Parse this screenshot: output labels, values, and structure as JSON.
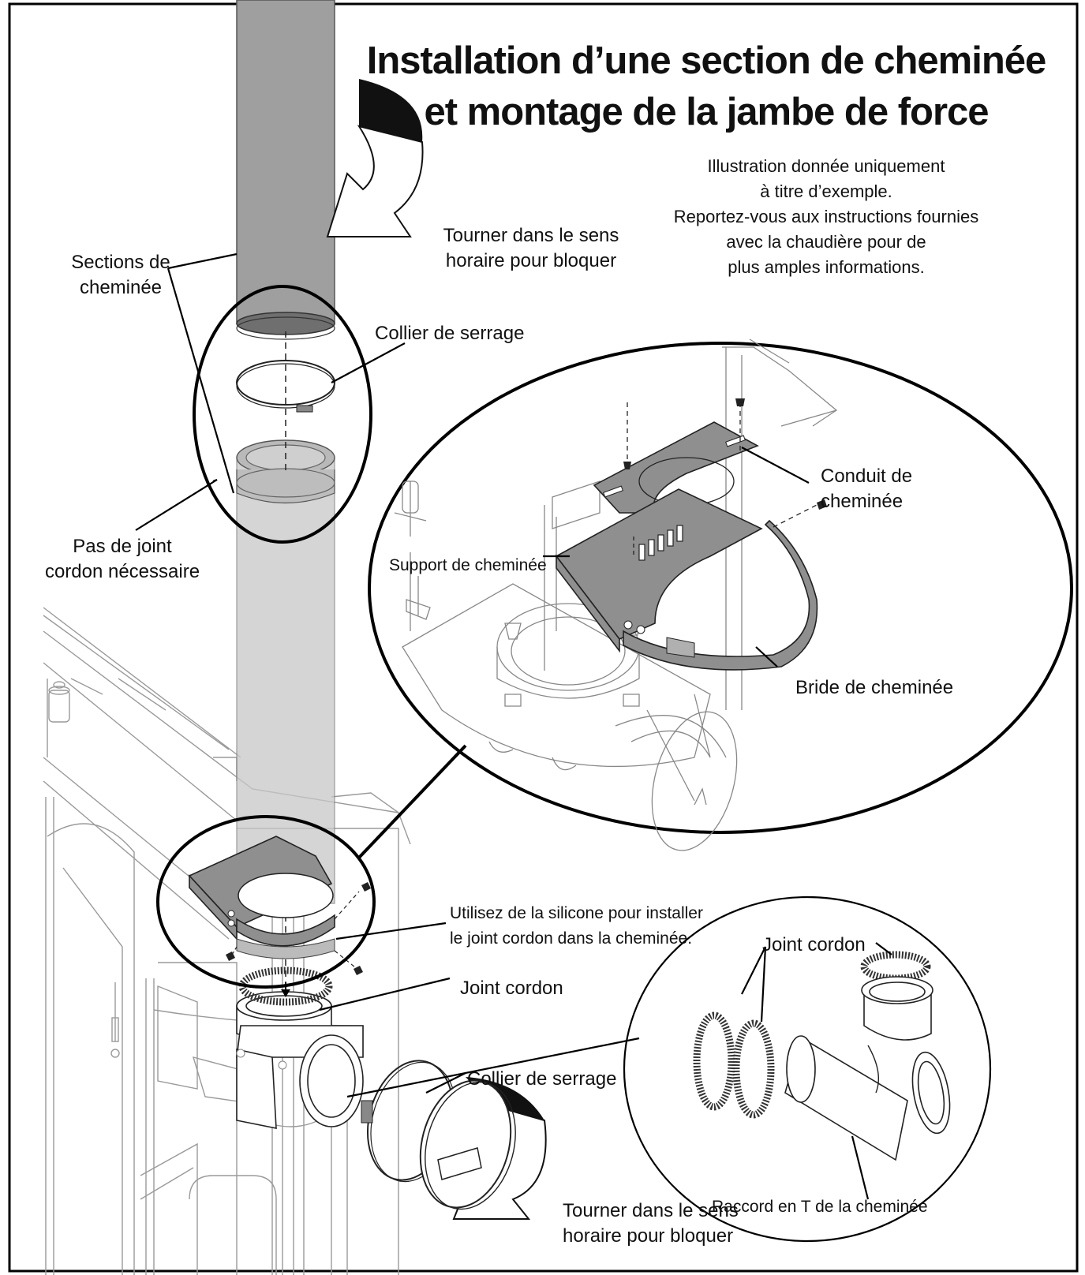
{
  "title": {
    "line1": "Installation d’une section de cheminée",
    "line2": "et montage de la jambe de force"
  },
  "note": {
    "line1": "Illustration donnée uniquement",
    "line2": "à titre d’exemple.",
    "line3": "Reportez-vous aux instructions fournies",
    "line4": "avec la chaudière pour de",
    "line5": "plus amples informations."
  },
  "labels": {
    "turn_top_1": "Tourner dans le sens",
    "turn_top_2": "horaire pour bloquer",
    "sections_1": "Sections de",
    "sections_2": "cheminée",
    "clamp_top": "Collier de serrage",
    "no_gasket_1": "Pas de joint",
    "no_gasket_2": "cordon nécessaire",
    "conduit_1": "Conduit de",
    "conduit_2": "cheminée",
    "support": "Support de cheminée",
    "bride": "Bride de cheminée",
    "silicone_1": "Utilisez de la silicone pour installer",
    "silicone_2": "le joint cordon dans la cheminée.",
    "joint_center": "Joint cordon",
    "joint_right": "Joint cordon",
    "clamp_bottom": "Collier de serrage",
    "tee": "Raccord en T de la cheminée",
    "turn_bottom_1": "Tourner dans le sens",
    "turn_bottom_2": "horaire pour bloquer"
  }
}
